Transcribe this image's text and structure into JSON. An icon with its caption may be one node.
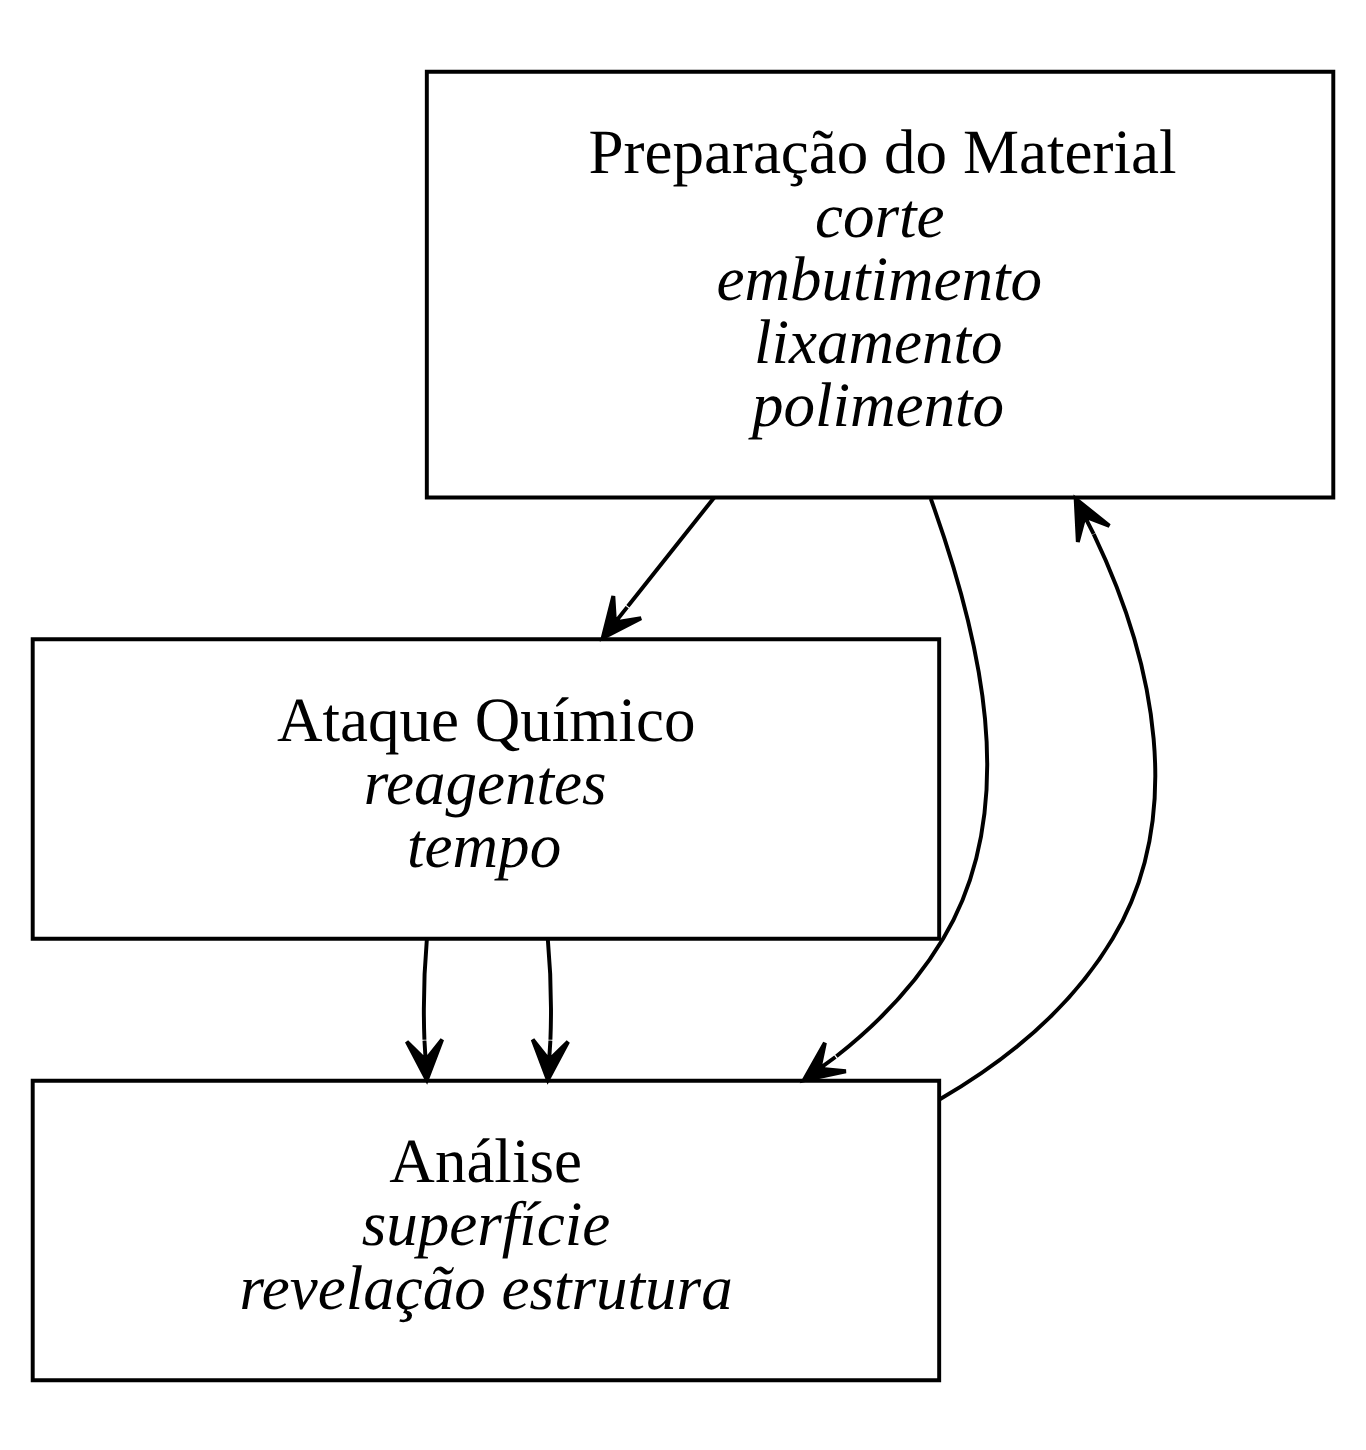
{
  "diagram": {
    "nodes": [
      {
        "text": [
          "Preparação do Material",
          "corte",
          "embutimento",
          "lixamento",
          "polimento"
        ]
      },
      {
        "text": [
          "Ataque Químico",
          "reagentes",
          "tempo"
        ]
      },
      {
        "text": [
          "Análise",
          "superfície",
          "revelação estrutura"
        ]
      }
    ],
    "edges": [
      {
        "from": 0,
        "to": 1,
        "arrow": "to"
      },
      {
        "from": 1,
        "to": 2,
        "arrow": "to"
      },
      {
        "from": 1,
        "to": 2,
        "arrow": "to"
      },
      {
        "from": 0,
        "to": 2,
        "arrow": "to"
      },
      {
        "from": 2,
        "to": 0,
        "arrow": "to"
      }
    ]
  }
}
